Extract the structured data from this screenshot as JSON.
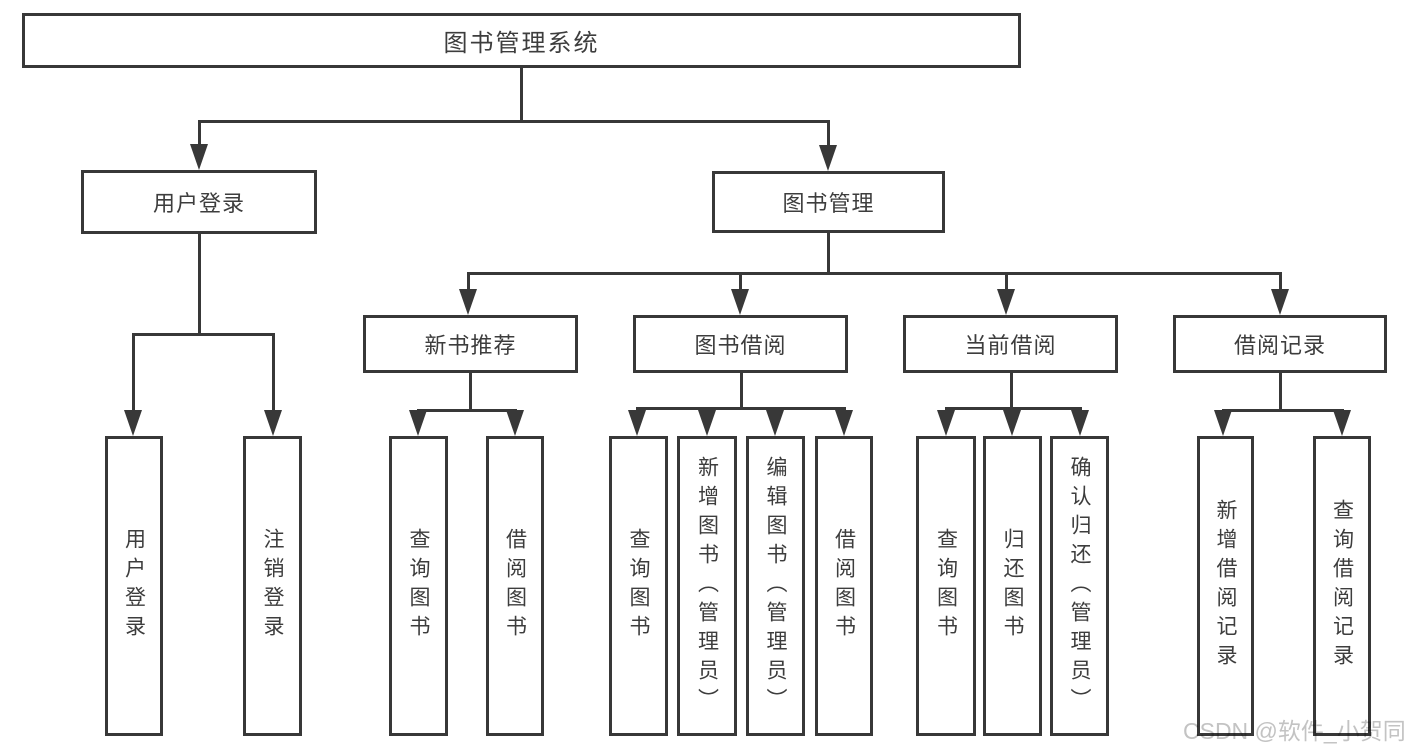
{
  "colors": {
    "line": "#383838",
    "text": "#3d3d3d",
    "background": "#ffffff",
    "watermark": "#c3c3c3"
  },
  "tree": {
    "root": {
      "label": "图书管理系统"
    },
    "level1": [
      {
        "label": "用户登录",
        "parent": "图书管理系统"
      },
      {
        "label": "图书管理",
        "parent": "图书管理系统"
      }
    ],
    "level2": [
      {
        "label": "新书推荐",
        "parent": "图书管理"
      },
      {
        "label": "图书借阅",
        "parent": "图书管理"
      },
      {
        "label": "当前借阅",
        "parent": "图书管理"
      },
      {
        "label": "借阅记录",
        "parent": "图书管理"
      }
    ],
    "leaves": [
      {
        "label": "用户登录",
        "parent": "用户登录"
      },
      {
        "label": "注销登录",
        "parent": "用户登录"
      },
      {
        "label": "查询图书",
        "parent": "新书推荐"
      },
      {
        "label": "借阅图书",
        "parent": "新书推荐"
      },
      {
        "label": "查询图书",
        "parent": "图书借阅"
      },
      {
        "label": "新增图书（管理员）",
        "parent": "图书借阅"
      },
      {
        "label": "编辑图书（管理员）",
        "parent": "图书借阅"
      },
      {
        "label": "借阅图书",
        "parent": "图书借阅"
      },
      {
        "label": "查询图书",
        "parent": "当前借阅"
      },
      {
        "label": "归还图书",
        "parent": "当前借阅"
      },
      {
        "label": "确认归还（管理员）",
        "parent": "当前借阅"
      },
      {
        "label": "新增借阅记录",
        "parent": "借阅记录"
      },
      {
        "label": "查询借阅记录",
        "parent": "借阅记录"
      }
    ]
  },
  "watermark": {
    "text": "CSDN @软件_小贺同学"
  }
}
